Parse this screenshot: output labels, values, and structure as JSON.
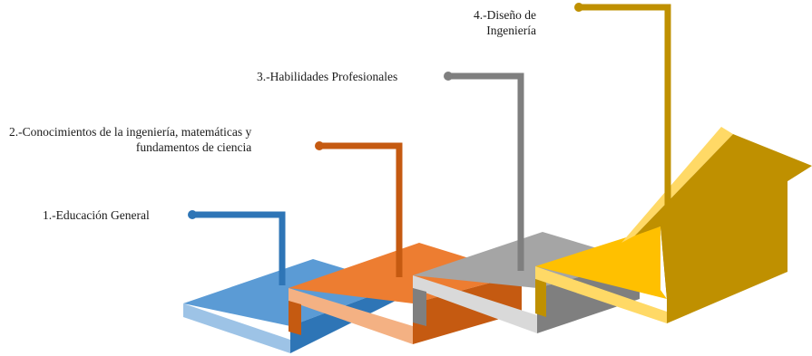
{
  "steps": [
    {
      "label_lines": [
        "1.-Educación General"
      ],
      "color": "#2E75B6"
    },
    {
      "label_lines": [
        "2.-Conocimientos de la  ingeniería, matemáticas y",
        "fundamentos de ciencia"
      ],
      "color": "#C55A11"
    },
    {
      "label_lines": [
        "3.-Habilidades Profesionales"
      ],
      "color": "#7F7F7F"
    },
    {
      "label_lines": [
        "4.-Diseño de",
        "Ingeniería"
      ],
      "color": "#BF9000"
    }
  ],
  "colors": {
    "blue_top": "#5B9BD5",
    "blue_side": "#2E75B6",
    "blue_edge": "#9DC3E6",
    "orange_top": "#ED7D31",
    "orange_side": "#C55A11",
    "orange_edge": "#F4B183",
    "gray_top": "#A5A5A5",
    "gray_side": "#7F7F7F",
    "gray_edge": "#D9D9D9",
    "gold_top": "#FFC000",
    "gold_side": "#BF9000",
    "gold_edge": "#FFD966"
  }
}
